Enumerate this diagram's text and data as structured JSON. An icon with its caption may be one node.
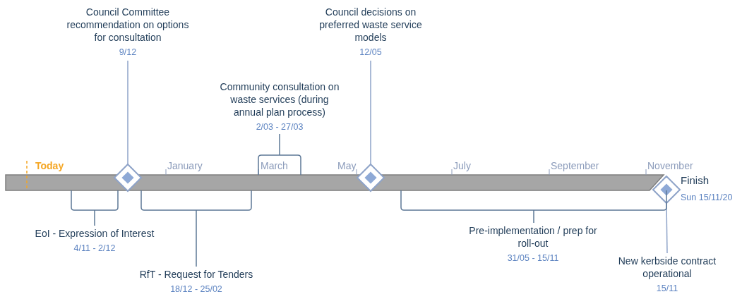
{
  "diagram": {
    "nodes": [
      {
        "text": [
          "Council Committee recommendation on options for consultation",
          "9/12"
        ]
      },
      {
        "text": [],
        "shape": "diamond"
      },
      {
        "text": [
          "Community consultation on waste services (during annual plan process)",
          "2/03 - 27/03"
        ]
      },
      {
        "text": [
          "Council decisions on preferred waste service models",
          "12/05"
        ]
      },
      {
        "text": [],
        "shape": "diamond"
      },
      {
        "text": [],
        "shape": "diamond",
        "beside": [
          "Finish",
          "Sun 15/11/20"
        ]
      },
      {
        "text": [
          "EoI - Expression of Interest",
          "4/11 - 2/12"
        ]
      },
      {
        "text": [
          "RfT - Request for Tenders",
          "18/12 - 25/02"
        ]
      },
      {
        "text": [
          "Pre-implementation / prep for roll-out",
          "31/05 - 15/11"
        ]
      },
      {
        "text": [
          "New kerbside contract operational",
          "15/11"
        ]
      },
      {
        "text": [],
        "shape": "bracket"
      },
      {
        "text": [],
        "shape": "bracket"
      },
      {
        "text": [],
        "shape": "bracket"
      },
      {
        "text": [],
        "shape": "bracket"
      }
    ],
    "edges": [
      {
        "from": 0,
        "to": 1,
        "arrow": "none"
      },
      {
        "from": 2,
        "to": 10,
        "arrow": "none"
      },
      {
        "from": 3,
        "to": 4,
        "arrow": "none"
      },
      {
        "from": 6,
        "to": 11,
        "arrow": "none"
      },
      {
        "from": 7,
        "to": 12,
        "arrow": "none"
      },
      {
        "from": 8,
        "to": 13,
        "arrow": "none"
      },
      {
        "from": 9,
        "to": 5,
        "arrow": "none"
      }
    ],
    "labels": [
      "Today",
      "January",
      "March",
      "May",
      "July",
      "September",
      "November"
    ]
  }
}
